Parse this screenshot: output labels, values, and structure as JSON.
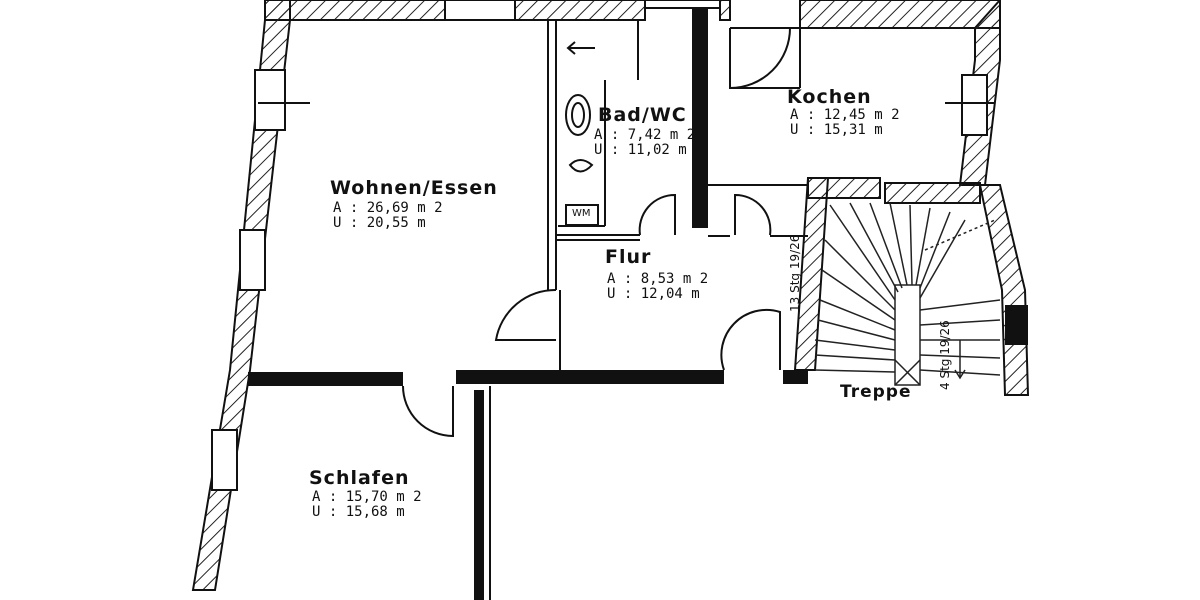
{
  "rooms": {
    "wohnen": {
      "name": "Wohnen/Essen",
      "area_line": "A : 26,69 m 2",
      "perimeter_line": "U : 20,55 m"
    },
    "bad": {
      "name": "Bad/WC",
      "area_line": "A : 7,42 m 2",
      "perimeter_line": "U : 11,02 m"
    },
    "kochen": {
      "name": "Kochen",
      "area_line": "A : 12,45 m 2",
      "perimeter_line": "U : 15,31 m"
    },
    "flur": {
      "name": "Flur",
      "area_line": "A : 8,53 m 2",
      "perimeter_line": "U : 12,04 m"
    },
    "schlafen": {
      "name": "Schlafen",
      "area_line": "A : 15,70 m 2",
      "perimeter_line": "U : 15,68 m"
    }
  },
  "fixtures": {
    "washer_label": "WM"
  },
  "stairs": {
    "label": "Treppe",
    "steps_left": "13 Stg 19/26",
    "steps_right": "4 Stg 19/26"
  },
  "colors": {
    "wall": "#111111",
    "line": "#222222",
    "background": "#ffffff"
  }
}
